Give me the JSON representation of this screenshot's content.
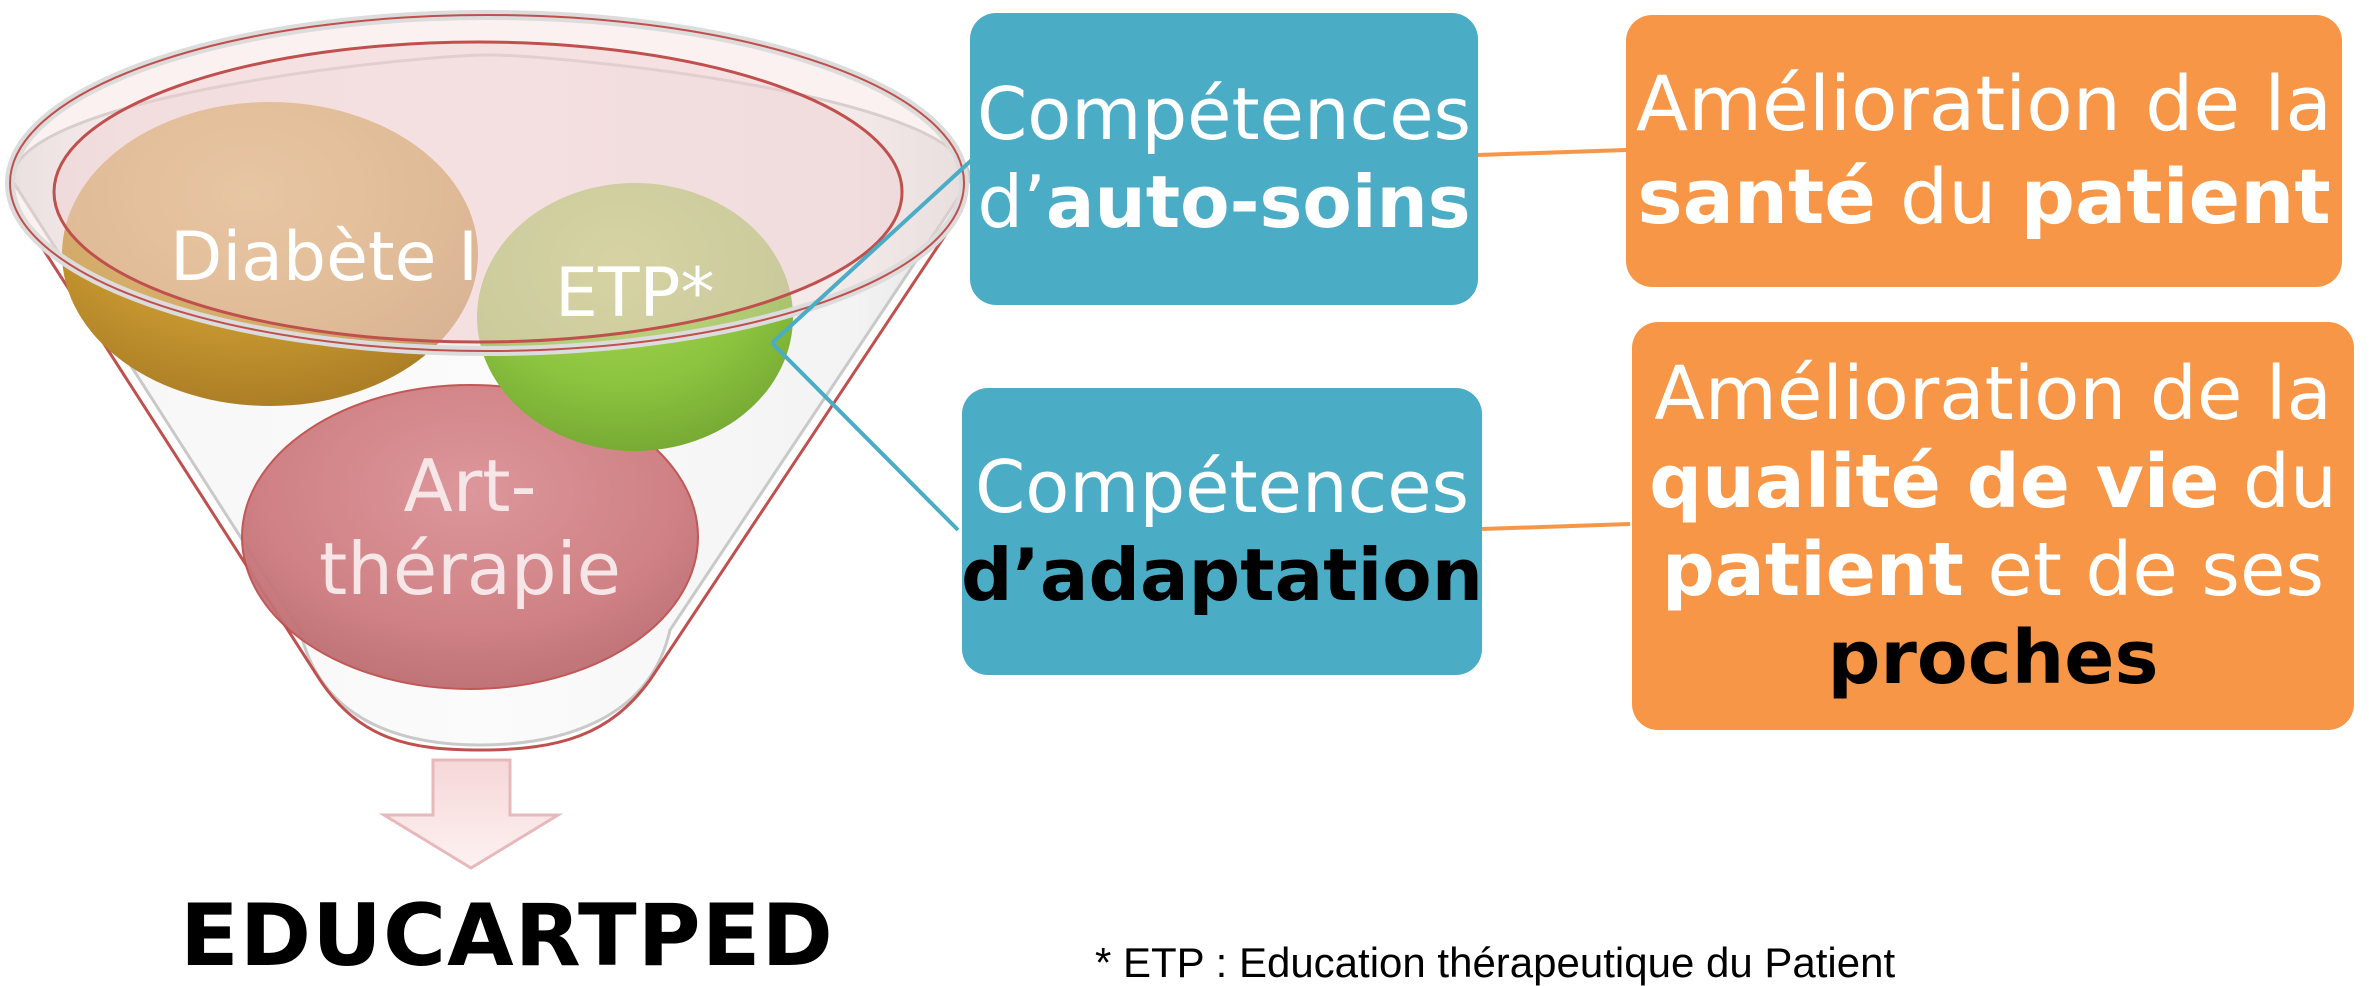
{
  "funnel": {
    "circles": {
      "diabete": "Diabète I",
      "etp": "ETP*",
      "art_line1": "Art-",
      "art_line2": "thérapie"
    },
    "result": "EDUCARTPED"
  },
  "competences": {
    "auto_soins": {
      "line1": "Compétences",
      "line2_prefix": "d’",
      "line2_bold": "auto-soins"
    },
    "adaptation": {
      "line1": "Compétences",
      "line2_bold": "d’adaptation"
    }
  },
  "outcomes": {
    "sante": {
      "line1": "Amélioration de la",
      "bold1": "santé",
      "mid": " du ",
      "bold2": "patient"
    },
    "qualite": {
      "line1": "Amélioration de la",
      "line2_bold": "qualité de vie",
      "line2_rest": " du",
      "line3_bold": "patient",
      "line3_rest": " et de ses",
      "line4_bold": "proches"
    }
  },
  "footnote": "* ETP : Education thérapeutique du Patient",
  "colors": {
    "blue_box": "#4bacc6",
    "orange_box": "#f79646",
    "diabete_circle": "#b8892e",
    "etp_circle": "#8cc43f",
    "art_circle": "#cd7b7f",
    "funnel_outline": "#c0504d"
  }
}
